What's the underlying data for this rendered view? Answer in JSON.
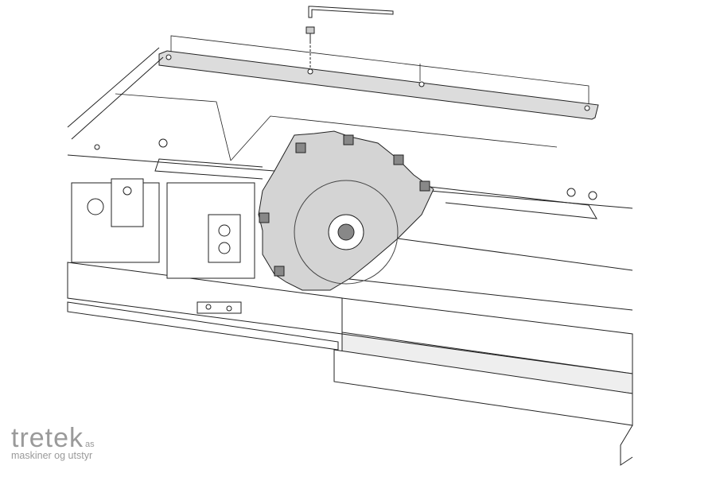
{
  "logo": {
    "name": "tretek",
    "suffix": "as",
    "tagline": "maskiner og utstyr"
  },
  "colors": {
    "line": "#222222",
    "blade": "#d4d4d4",
    "bar": "#dcdcdc",
    "logo": "#9a9a9a"
  }
}
